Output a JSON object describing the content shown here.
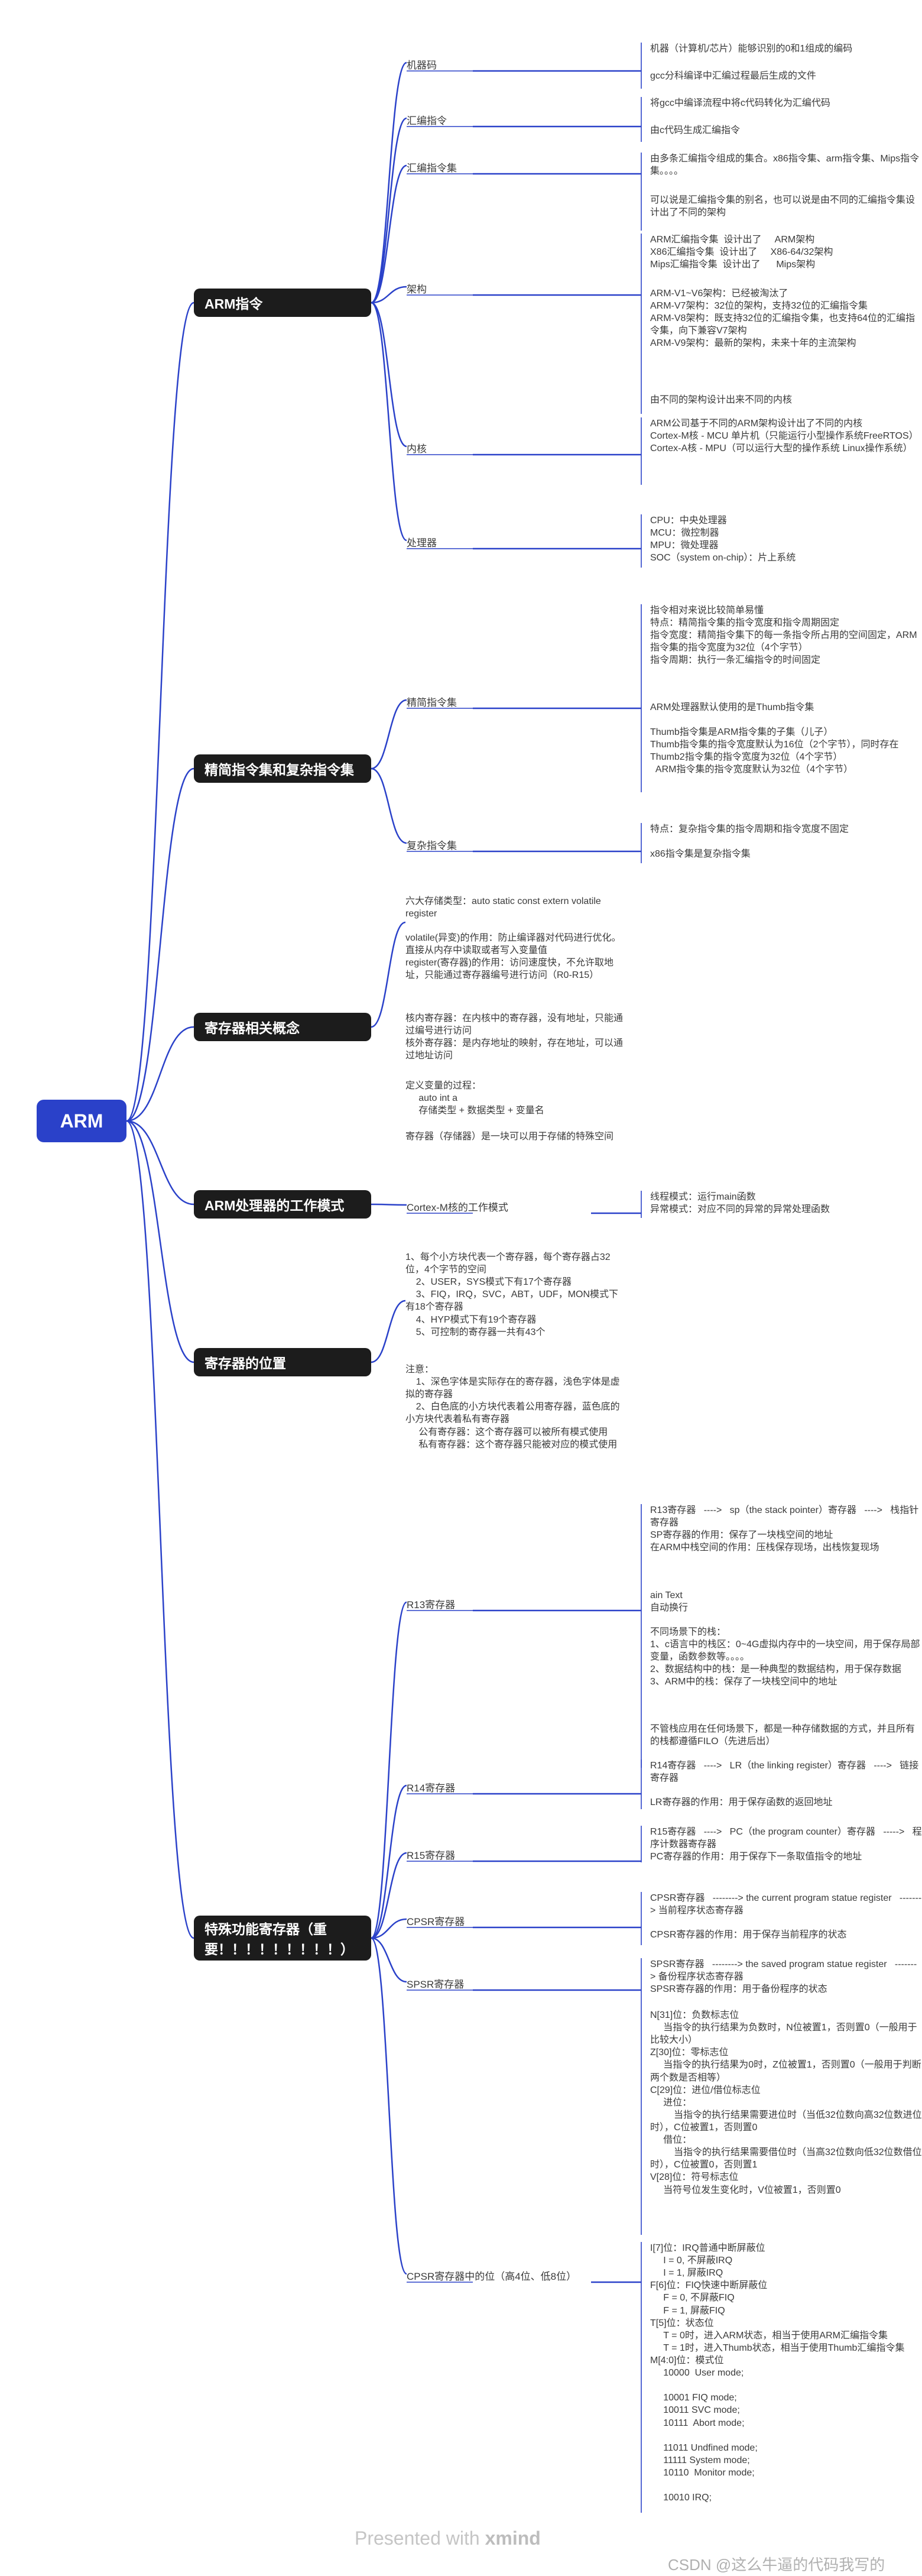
{
  "root": "ARM",
  "branches": [
    {
      "label": "ARM指令",
      "subs": [
        {
          "label": "机器码",
          "notes": [
            "机器（计算机/芯片）能够识别的0和1组成的编码",
            "gcc分科编译中汇编过程最后生成的文件"
          ]
        },
        {
          "label": "汇编指令",
          "notes": [
            "将gcc中编译流程中将c代码转化为汇编代码",
            "由c代码生成汇编指令"
          ]
        },
        {
          "label": "汇编指令集",
          "notes": [
            "由多条汇编指令组成的集合。x86指令集、arm指令集、Mips指令集。。。。",
            "可以说是汇编指令集的别名，也可以说是由不同的汇编指令集设计出了不同的架构"
          ]
        },
        {
          "label": "架构",
          "notes": [
            "ARM汇编指令集  设计出了     ARM架构\nX86汇编指令集  设计出了     X86-64/32架构\nMips汇编指令集  设计出了      Mips架构",
            "ARM-V1~V6架构：已经被淘汰了\nARM-V7架构：32位的架构，支持32位的汇编指令集\nARM-V8架构：既支持32位的汇编指令集，也支持64位的汇编指令集，向下兼容V7架构\nARM-V9架构：最新的架构，未来十年的主流架构",
            "由不同的架构设计出来不同的内核"
          ]
        },
        {
          "label": "内核",
          "notes": [
            "ARM公司基于不同的ARM架构设计出了不同的内核\nCortex-M核 - MCU 单片机（只能运行小型操作系统FreeRTOS）\nCortex-A核 - MPU（可以运行大型的操作系统 Linux操作系统）"
          ]
        },
        {
          "label": "处理器",
          "notes": [
            "CPU：中央处理器\nMCU：微控制器\nMPU：微处理器\nSOC（system on-chip）：片上系统"
          ]
        }
      ]
    },
    {
      "label": "精简指令集和复杂指令集",
      "subs": [
        {
          "label": "精简指令集",
          "notes": [
            "指令相对来说比较简单易懂\n特点：精简指令集的指令宽度和指令周期固定\n指令宽度：精简指令集下的每一条指令所占用的空间固定，ARM指令集的指令宽度为32位（4个字节）\n指令周期：执行一条汇编指令的时间固定",
            "ARM处理器默认使用的是Thumb指令集",
            "Thumb指令集是ARM指令集的子集（儿子）\nThumb指令集的指令宽度默认为16位（2个字节），同时存在Thumb2指令集的指令宽度为32位（4个字节）\n  ARM指令集的指令宽度默认为32位（4个字节）"
          ]
        },
        {
          "label": "复杂指令集",
          "notes": [
            "特点：复杂指令集的指令周期和指令宽度不固定",
            "x86指令集是复杂指令集"
          ]
        }
      ]
    },
    {
      "label": "寄存器相关概念",
      "subs": [
        {
          "label": "",
          "notes": [
            "六大存储类型：auto static const extern volatile register",
            "volatile(异变)的作用：防止编译器对代码进行优化。直接从内存中读取或者写入变量值\nregister(寄存器)的作用：访问速度快，不允许取地址，只能通过寄存器编号进行访问（R0-R15）",
            "核内寄存器：在内核中的寄存器，没有地址，只能通过编号进行访问\n核外寄存器：是内存地址的映射，存在地址，可以通过地址访问",
            "定义变量的过程：\n     auto int a\n     存储类型 + 数据类型 + 变量名",
            "寄存器（存储器）是一块可以用于存储的特殊空间"
          ]
        }
      ]
    },
    {
      "label": "ARM处理器的工作模式",
      "subs": [
        {
          "label": "Cortex-M核的工作模式",
          "notes": [
            "线程模式：运行main函数\n异常模式：对应不同的异常的异常处理函数"
          ]
        }
      ]
    },
    {
      "label": "寄存器的位置",
      "subs": [
        {
          "label": "",
          "notes": [
            "1、每个小方块代表一个寄存器，每个寄存器占32位，4个字节的空间\n    2、USER，SYS模式下有17个寄存器\n    3、FIQ，IRQ，SVC，ABT，UDF，MON模式下有18个寄存器\n    4、HYP模式下有19个寄存器\n    5、可控制的寄存器一共有43个",
            "注意：\n    1、深色字体是实际存在的寄存器，浅色字体是虚拟的寄存器\n    2、白色底的小方块代表着公用寄存器，蓝色底的小方块代表着私有寄存器\n     公有寄存器：这个寄存器可以被所有模式使用\n     私有寄存器：这个寄存器只能被对应的模式使用"
          ]
        }
      ]
    },
    {
      "label": "特殊功能寄存器（重要！！！！！！！！！）",
      "subs": [
        {
          "label": "R13寄存器",
          "notes": [
            "R13寄存器   ---->   sp（the stack pointer）寄存器   ---->   栈指针寄存器\nSP寄存器的作用：保存了一块栈空间的地址\n在ARM中栈空间的作用：压栈保存现场，出栈恢复现场",
            "ain Text\n自动换行",
            "不同场景下的栈：\n1、c语言中的栈区：0~4G虚拟内存中的一块空间，用于保存局部变量，函数参数等。。。。\n2、数据结构中的栈：是一种典型的数据结构，用于保存数据\n3、ARM中的栈：保存了一块栈空间中的地址",
            "不管栈应用在任何场景下，都是一种存储数据的方式，并且所有的栈都遵循FILO（先进后出）"
          ]
        },
        {
          "label": "R14寄存器",
          "notes": [
            "R14寄存器   ---->   LR（the linking register）寄存器   ---->   链接寄存器",
            "LR寄存器的作用：用于保存函数的返回地址"
          ]
        },
        {
          "label": "R15寄存器",
          "notes": [
            "R15寄存器   ---->   PC（the program counter）寄存器   ----->   程序计数器寄存器\nPC寄存器的作用：用于保存下一条取值指令的地址"
          ]
        },
        {
          "label": "CPSR寄存器",
          "notes": [
            "CPSR寄存器   --------> the current program statue register   -------> 当前程序状态寄存器",
            "CPSR寄存器的作用：用于保存当前程序的状态"
          ]
        },
        {
          "label": "SPSR寄存器",
          "notes": [
            "SPSR寄存器   --------> the saved program statue register   -------> 备份程序状态寄存器\nSPSR寄存器的作用：用于备份程序的状态",
            "N[31]位：负数标志位\n     当指令的执行结果为负数时，N位被置1，否则置0（一般用于比较大小）\nZ[30]位：零标志位\n     当指令的执行结果为0时，Z位被置1，否则置0（一般用于判断两个数是否相等）\nC[29]位：进位/借位标志位\n     进位：\n         当指令的执行结果需要进位时（当低32位数向高32位数进位时），C位被置1，否则置0\n     借位：\n         当指令的执行结果需要借位时（当高32位数向低32位数借位时），C位被置0，否则置1\nV[28]位：符号标志位\n     当符号位发生变化时，V位被置1，否则置0"
          ]
        },
        {
          "label": "CPSR寄存器中的位（高4位、低8位）",
          "notes": [
            "I[7]位：IRQ普通中断屏蔽位\n     I = 0, 不屏蔽IRQ\n     I = 1, 屏蔽IRQ\nF[6]位：FIQ快速中断屏蔽位\n     F = 0, 不屏蔽FIQ\n     F = 1, 屏蔽FIQ\nT[5]位：状态位\n     T = 0时，进入ARM状态，相当于使用ARM汇编指令集\n     T = 1时，进入Thumb状态，相当于使用Thumb汇编指令集\nM[4:0]位：模式位\n     10000  User mode;\n\n     10001 FIQ mode;\n     10011 SVC mode;\n     10111  Abort mode;\n\n     11011 Undfined mode;\n     11111 System mode;\n     10110  Monitor mode;\n\n     10010 IRQ;"
          ]
        }
      ]
    }
  ],
  "watermark": {
    "presented": "Presented with",
    "brand": "xmind",
    "csdn": "CSDN @这么牛逼的代码我写的"
  },
  "colors": {
    "root": "#2a41c9",
    "branch": "#1c1c1c",
    "line": "#2a41c9"
  }
}
